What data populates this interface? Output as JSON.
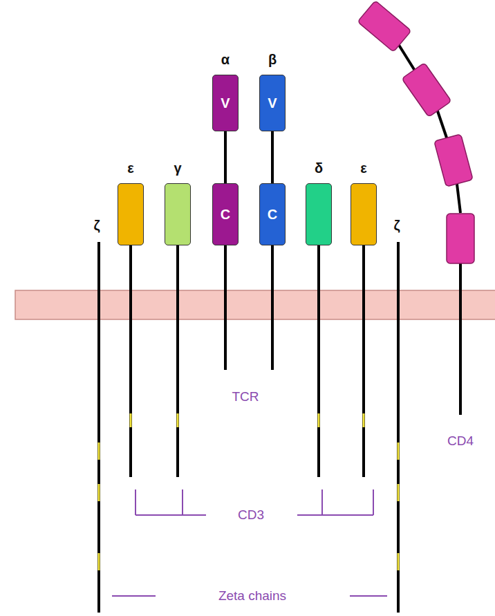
{
  "diagram": {
    "nodes": [
      {
        "text": [
          "ε"
        ]
      },
      {
        "text": [
          "γ"
        ]
      },
      {
        "text": [
          "α",
          "V"
        ]
      },
      {
        "text": [
          "C"
        ]
      },
      {
        "text": [
          "β",
          "V"
        ]
      },
      {
        "text": [
          "C"
        ]
      },
      {
        "text": [
          "δ"
        ]
      },
      {
        "text": [
          "ε"
        ]
      }
    ],
    "edges": [
      {
        "from": 2,
        "to": 3,
        "arrow": "none"
      },
      {
        "from": 4,
        "to": 5,
        "arrow": "none"
      }
    ],
    "labels": [
      "ζ",
      "ζ",
      "TCR",
      "CD4",
      "CD3",
      "Zeta chains"
    ]
  }
}
